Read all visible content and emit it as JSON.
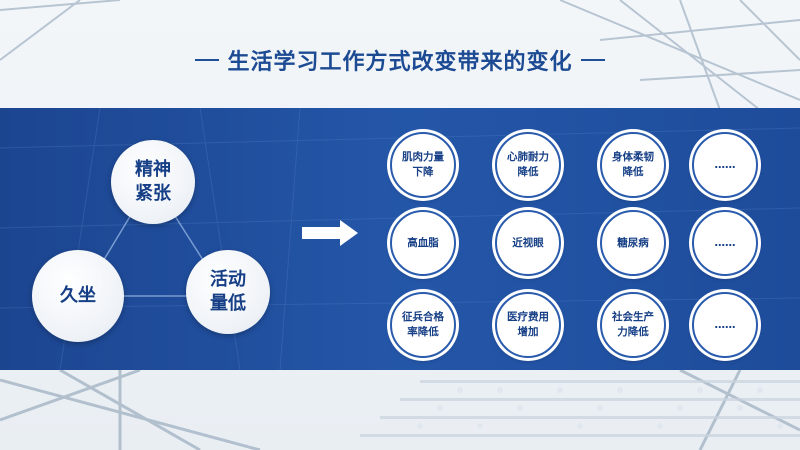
{
  "title": "生活学习工作方式改变带来的变化",
  "causes": [
    {
      "id": "mental-tension",
      "lines": [
        "精神",
        "紧张"
      ]
    },
    {
      "id": "sedentary",
      "lines": [
        "久坐"
      ]
    },
    {
      "id": "low-activity",
      "lines": [
        "活动",
        "量低"
      ]
    }
  ],
  "effects": [
    {
      "lines": [
        "肌肉力量",
        "下降"
      ]
    },
    {
      "lines": [
        "心肺耐力",
        "降低"
      ]
    },
    {
      "lines": [
        "身体柔韧",
        "降低"
      ]
    },
    {
      "lines": [
        "……"
      ]
    },
    {
      "lines": [
        "高血脂"
      ]
    },
    {
      "lines": [
        "近视眼"
      ]
    },
    {
      "lines": [
        "糖尿病"
      ]
    },
    {
      "lines": [
        "……"
      ]
    },
    {
      "lines": [
        "征兵合格",
        "率降低"
      ]
    },
    {
      "lines": [
        "医疗费用",
        "增加"
      ]
    },
    {
      "lines": [
        "社会生产",
        "力降低"
      ]
    },
    {
      "lines": [
        "……"
      ]
    }
  ],
  "colors": {
    "accent": "#1c4a93",
    "band": "#2456a8"
  }
}
